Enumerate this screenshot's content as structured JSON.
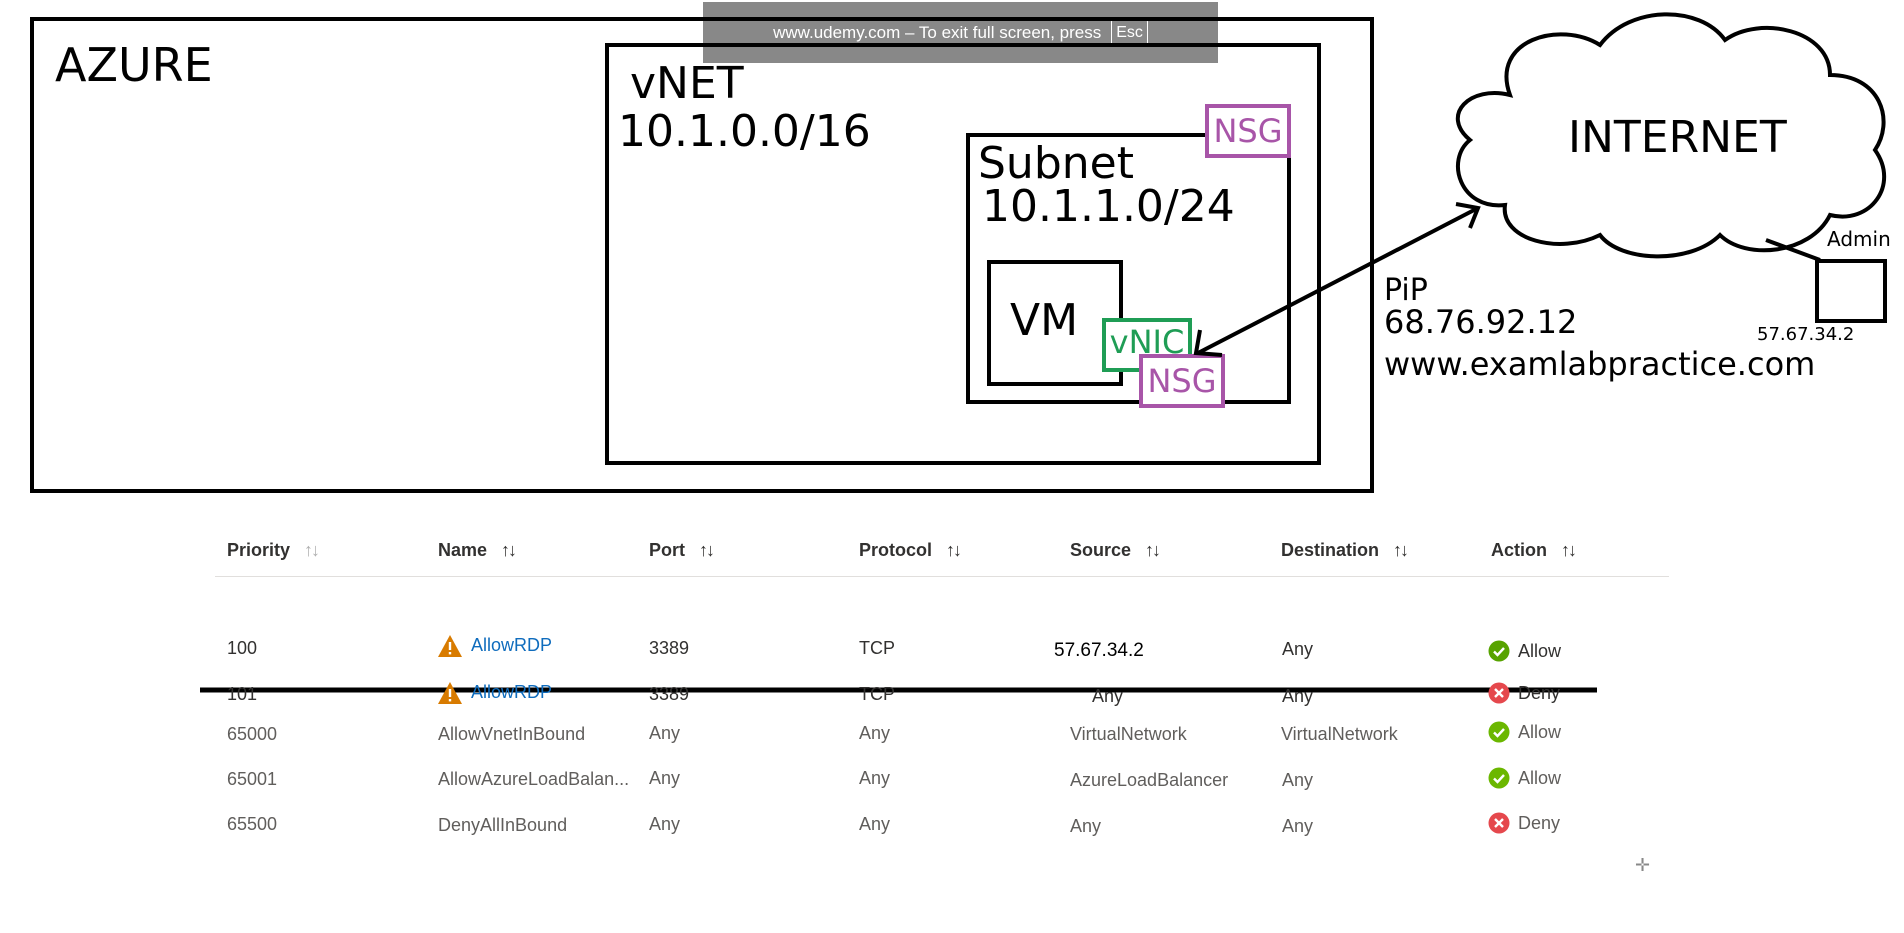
{
  "banner": {
    "text": "www.udemy.com – To exit full screen, press",
    "key": "Esc"
  },
  "diagram": {
    "azure_label": "AZURE",
    "vnet_label": "vNET",
    "vnet_cidr": "10.1.0.0/16",
    "subnet_label": "Subnet",
    "subnet_cidr": "10.1.1.0/24",
    "vm_label": "VM",
    "vnic_label": "vNIC",
    "nsg_label": "NSG",
    "internet_label": "INTERNET",
    "pip_label": "PiP",
    "pip_ip": "68.76.92.12",
    "pip_domain": "www.examlabpractice.com",
    "admin_label": "Admin",
    "admin_ip": "57.67.34.2"
  },
  "table": {
    "columns": [
      {
        "label": "Priority",
        "sort_icon": "sort-arrows-icon"
      },
      {
        "label": "Name",
        "sort_icon": "sort-arrows-icon"
      },
      {
        "label": "Port",
        "sort_icon": "sort-arrows-icon"
      },
      {
        "label": "Protocol",
        "sort_icon": "sort-arrows-icon"
      },
      {
        "label": "Source",
        "sort_icon": "sort-arrows-icon"
      },
      {
        "label": "Destination",
        "sort_icon": "sort-arrows-icon"
      },
      {
        "label": "Action",
        "sort_icon": "sort-arrows-icon"
      }
    ],
    "rows": [
      {
        "priority": "100",
        "name": "AllowRDP",
        "warning": true,
        "port": "3389",
        "protocol": "TCP",
        "source": "57.67.34.2",
        "destination": "Any",
        "action": "Allow"
      },
      {
        "priority": "101",
        "name": "AllowRDP",
        "warning": true,
        "port": "3389",
        "protocol": "TCP",
        "source": "Any",
        "destination": "Any",
        "action": "Deny"
      },
      {
        "priority": "65000",
        "name": "AllowVnetInBound",
        "warning": false,
        "port": "Any",
        "protocol": "Any",
        "source": "VirtualNetwork",
        "destination": "VirtualNetwork",
        "action": "Allow"
      },
      {
        "priority": "65001",
        "name": "AllowAzureLoadBalan...",
        "warning": false,
        "port": "Any",
        "protocol": "Any",
        "source": "AzureLoadBalancer",
        "destination": "Any",
        "action": "Allow"
      },
      {
        "priority": "65500",
        "name": "DenyAllInBound",
        "warning": false,
        "port": "Any",
        "protocol": "Any",
        "source": "Any",
        "destination": "Any",
        "action": "Deny"
      }
    ]
  },
  "colors": {
    "nsg": "#a855a8",
    "vnic": "#1f9d55",
    "allow": "#57a300",
    "deny": "#e5484d",
    "warning": "#d87b00",
    "link": "#0f6cbd"
  }
}
